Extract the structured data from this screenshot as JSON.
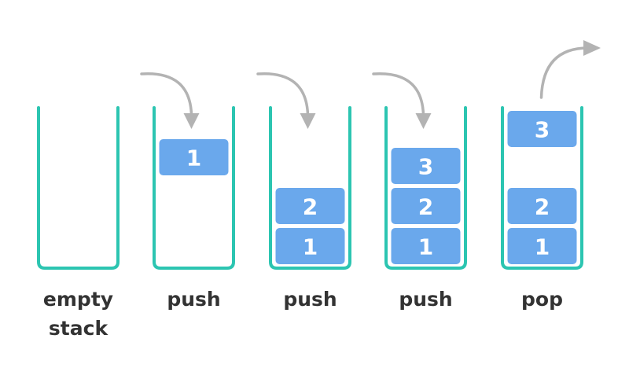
{
  "colors": {
    "container": "#2cc5b1",
    "block": "#6aa8ec",
    "block_text": "#ffffff",
    "arrow": "#b3b3b3",
    "label": "#333333"
  },
  "stacks": [
    {
      "label_lines": [
        "empty",
        "stack"
      ],
      "blocks": [],
      "floating": null,
      "arrow": null
    },
    {
      "label_lines": [
        "push"
      ],
      "blocks": [],
      "floating": "1",
      "arrow": "in"
    },
    {
      "label_lines": [
        "push"
      ],
      "blocks": [
        "1",
        "2"
      ],
      "floating": null,
      "arrow": "in"
    },
    {
      "label_lines": [
        "push"
      ],
      "blocks": [
        "1",
        "2",
        "3"
      ],
      "floating": null,
      "arrow": "in"
    },
    {
      "label_lines": [
        "pop"
      ],
      "blocks": [
        "1",
        "2"
      ],
      "floating": "3",
      "arrow": "out"
    }
  ]
}
